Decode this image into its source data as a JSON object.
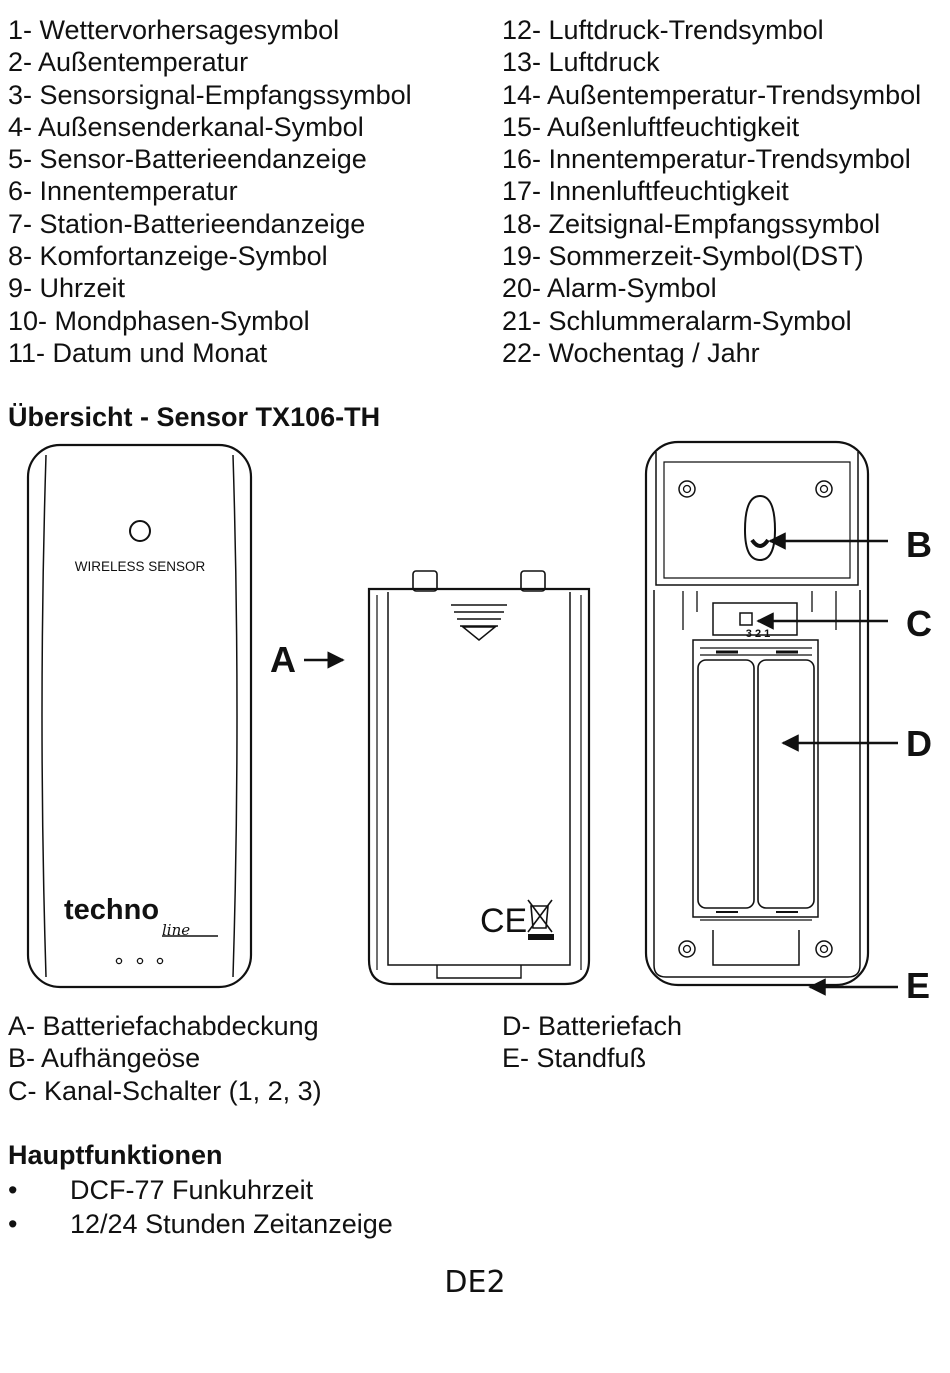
{
  "display_legend": {
    "left": [
      "1- Wettervorhersagesymbol",
      "2- Außentemperatur",
      "3- Sensorsignal-Empfangssymbol",
      "4- Außensenderkanal-Symbol",
      "5- Sensor-Batterieendanzeige",
      "6- Innentemperatur",
      "7- Station-Batterieendanzeige",
      "8- Komfortanzeige-Symbol",
      "9- Uhrzeit",
      "10- Mondphasen-Symbol",
      "11- Datum und Monat"
    ],
    "right": [
      "12- Luftdruck-Trendsymbol",
      "13- Luftdruck",
      "14- Außentemperatur-Trendsymbol",
      "15- Außenluftfeuchtigkeit",
      "16- Innentemperatur-Trendsymbol",
      "17- Innenluftfeuchtigkeit",
      "18- Zeitsignal-Empfangssymbol",
      "19- Sommerzeit-Symbol(DST)",
      "20- Alarm-Symbol",
      "21- Schlummeralarm-Symbol",
      "22- Wochentag / Jahr"
    ]
  },
  "sensor_overview": {
    "title": "Übersicht - Sensor TX106-TH",
    "figure": {
      "front_label": "WIRELESS SENSOR",
      "brand": "techno",
      "brand_script": "line",
      "ce_mark": "CE",
      "channel_digits": "3 2 1",
      "callouts": [
        "A",
        "B",
        "C",
        "D",
        "E"
      ]
    },
    "parts": {
      "left": [
        "A- Batteriefachabdeckung",
        "B- Aufhängeöse",
        "C- Kanal-Schalter (1, 2, 3)"
      ],
      "right": [
        "D- Batteriefach",
        "E- Standfuß"
      ]
    }
  },
  "main_functions": {
    "title": "Hauptfunktionen",
    "bullet_symbol": "•",
    "items": [
      "DCF-77 Funkuhrzeit",
      "12/24 Stunden Zeitanzeige"
    ]
  },
  "page_number": "DE2"
}
